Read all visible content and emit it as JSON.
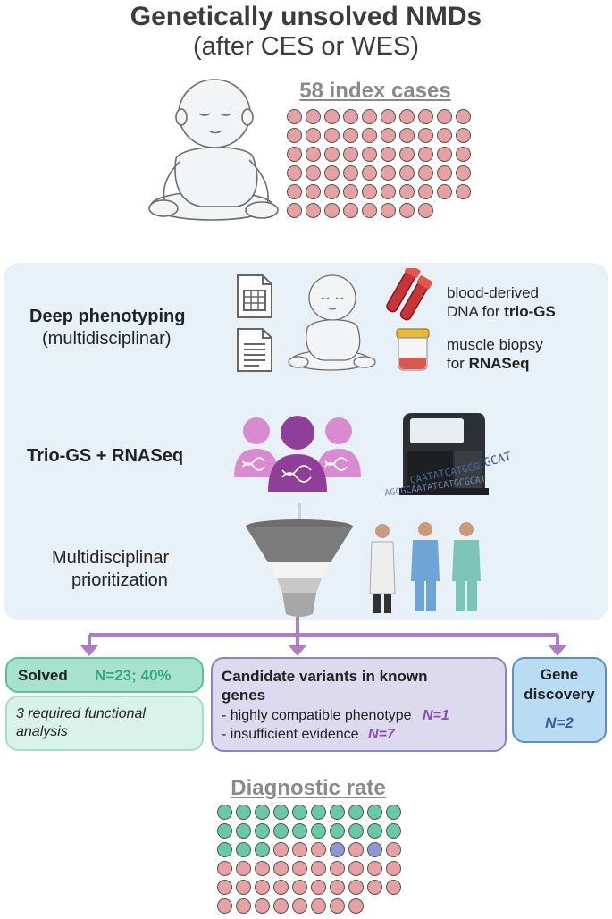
{
  "header": {
    "title": "Genetically unsolved NMDs",
    "subtitle": "(after CES or WES)"
  },
  "index_cases": {
    "label": "58 index cases",
    "count": 58,
    "color": "#e6a1a3"
  },
  "workflow": {
    "deep_phenotyping": {
      "title": "Deep phenotyping",
      "subtitle": "(multidisciplinar)"
    },
    "samples": {
      "blood_line1": "blood-derived",
      "blood_line2_prefix": "DNA for ",
      "blood_line2_bold": "trio-GS",
      "muscle_line1": "muscle biopsy",
      "muscle_line2_prefix": "for ",
      "muscle_line2_bold": "RNASeq"
    },
    "sequencing": {
      "title": "Trio-GS + RNASeq",
      "dna_text": [
        "GCGCAT",
        "CAATATCATGCG",
        "AGCGCAATATCATGCGCAT"
      ]
    },
    "prioritization": {
      "line1": "Multidisciplinar",
      "line2": "prioritization"
    }
  },
  "outcomes": {
    "solved": {
      "label": "Solved",
      "stat": "N=23; 40%",
      "note": "3 required functional analysis"
    },
    "candidate": {
      "title_line1": "Candidate variants in known",
      "title_line2": "genes",
      "item1": "- highly compatible phenotype",
      "item1_n": "N=1",
      "item2": "- insufficient evidence",
      "item2_n": "N=7"
    },
    "gene_discovery": {
      "line1": "Gene",
      "line2": "discovery",
      "n": "N=2"
    }
  },
  "diagnostic_rate": {
    "label": "Diagnostic rate",
    "solved": 23,
    "candidate_high": 1,
    "gene_discovery": 2,
    "total": 58,
    "colors": {
      "solved": "#69c9a7",
      "other": "#8d98d0",
      "unsolved": "#e6a1a3"
    }
  },
  "colors": {
    "arrow": "#b07cc6",
    "purple_text": "#8a4fb0",
    "blue_text": "#3a5fa8",
    "green_text": "#3aa682"
  }
}
